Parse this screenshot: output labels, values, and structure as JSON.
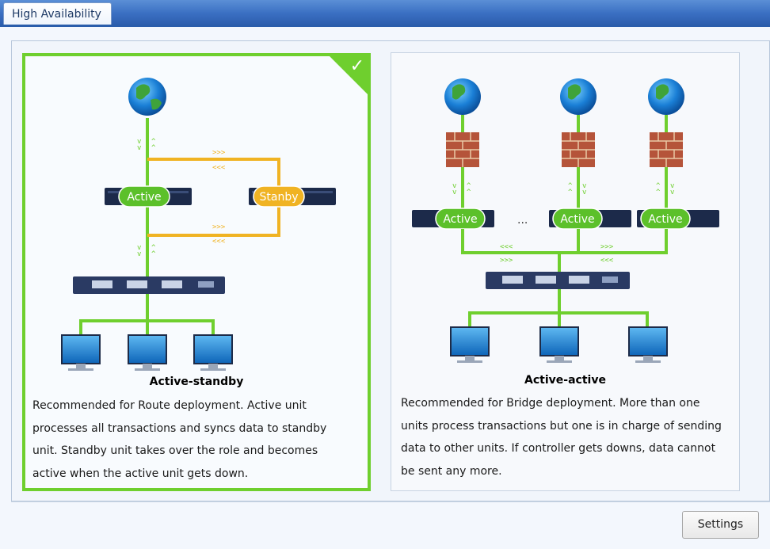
{
  "window": {
    "tab_label": "High Availability"
  },
  "modes": [
    {
      "title": "Active-standby",
      "selected": true,
      "description_lines": [
        "Recommended for Route deployment. Active unit",
        "processes all transactions and syncs data to standby",
        "unit. Standby unit takes over the role and becomes",
        "active when the active unit gets down."
      ],
      "diagram": {
        "active_label": "Active",
        "standby_label": "Stanby"
      }
    },
    {
      "title": "Active-active",
      "selected": false,
      "description_lines": [
        "Recommended for Bridge deployment. More than one",
        "units process transactions but one is in charge of sending",
        "data to other units. If controller gets downs, data cannot",
        "be sent any more."
      ],
      "diagram": {
        "active_label_1": "Active",
        "active_label_2": "Active",
        "active_label_3": "Active",
        "ellipsis": "..."
      }
    }
  ],
  "footer": {
    "settings_label": "Settings"
  },
  "colors": {
    "selected_border": "#6fcf2e",
    "link_green": "#6fcf2e",
    "sync_orange": "#f0b323",
    "titlebar_blue": "#3a6fc2"
  },
  "icons": [
    "globe-icon",
    "firewall-icon",
    "server-appliance-icon",
    "switch-icon",
    "monitor-icon",
    "checkmark-icon"
  ]
}
